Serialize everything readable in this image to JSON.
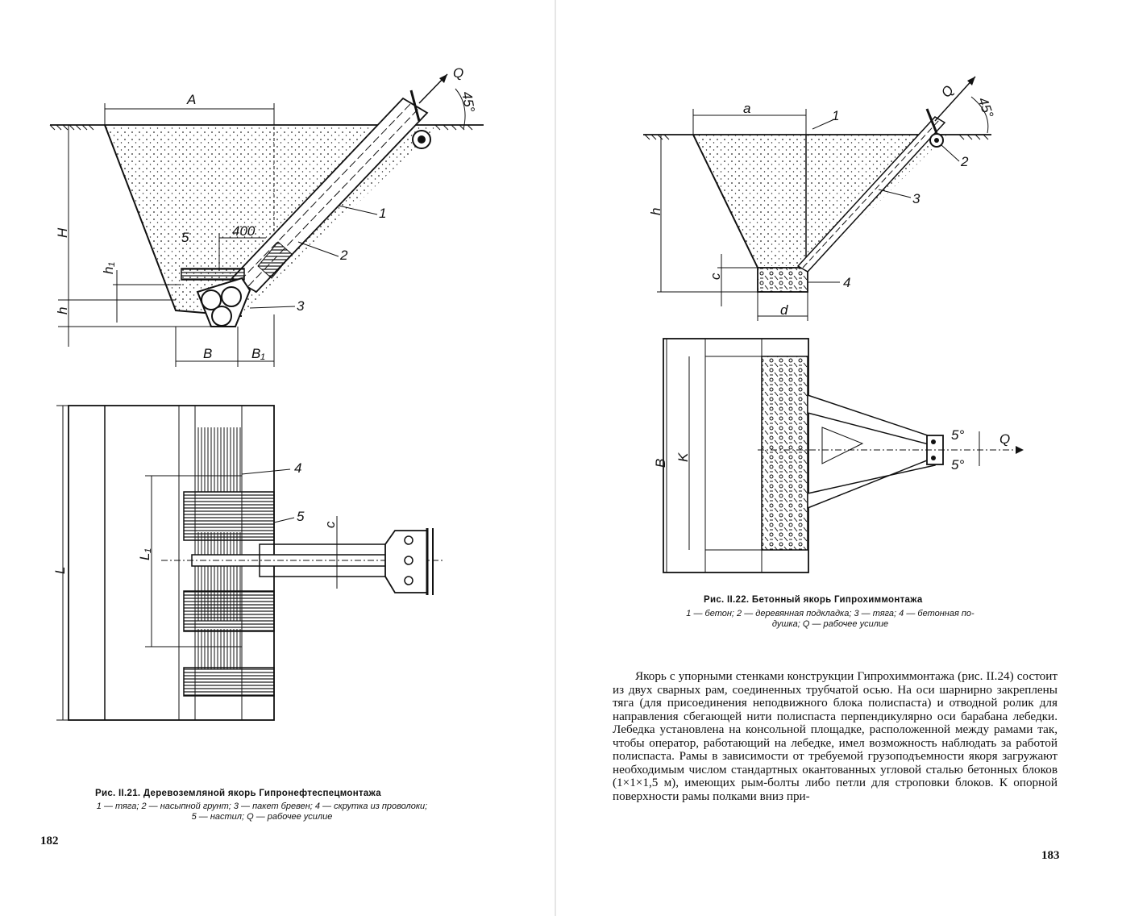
{
  "left_page": {
    "figure_top_labels": {
      "A": "A",
      "Q": "Q",
      "angle": "45°",
      "H": "H",
      "h1": "h₁",
      "h": "h",
      "dim_400": "400",
      "B": "B",
      "B1": "B₁",
      "n1": "1",
      "n2": "2",
      "n3": "3",
      "n5": "5"
    },
    "figure_bottom_labels": {
      "L": "L",
      "L1": "L₁",
      "c": "c",
      "n4": "4",
      "n5": "5"
    },
    "caption": {
      "title": "Рис. II.21. Деревоземляной якорь Гипронефтеспецмонтажа",
      "legend_line1": "1 — тяга; 2 — насыпной грунт; 3 — пакет бревен;  4 — скрутка из проволоки;",
      "legend_line2": "5 — настил; Q — рабочее усилие"
    },
    "page_number": "182"
  },
  "right_page": {
    "figure_top_labels": {
      "a": "a",
      "Q": "Q",
      "angle": "45°",
      "h": "h",
      "c": "c",
      "d": "d",
      "n1": "1",
      "n2": "2",
      "n3": "3",
      "n4": "4"
    },
    "figure_bottom_labels": {
      "B": "B",
      "K": "K",
      "Q": "Q",
      "ang1": "5°",
      "ang2": "5°"
    },
    "caption": {
      "title": "Рис. II.22. Бетонный якорь Гипрохиммонтажа",
      "legend_line1": "1 — бетон; 2 — деревянная подкладка; 3 — тяга; 4 — бетонная по-",
      "legend_line2": "душка; Q — рабочее усилие"
    },
    "body_text": "Якорь с упорными стенками конструкции Гипрохиммонтажа (рис. II.24) состоит из двух сварных рам, соединенных трубчатой осью. На оси шарнирно закреплены тяга (для присоединения неподвижного блока полиспаста) и отводной ролик для направления сбегающей нити полиспаста перпендикулярно оси барабана лебедки. Лебедка установлена на консольной площадке, расположенной между рамами так, чтобы оператор, работающий на лебедке, имел возможность наблюдать за работой полиспаста. Рамы в зависимости от требуемой грузоподъемности якоря загружают необходимым числом стандартных окантованных угловой сталью бетонных блоков (1×1×1,5 м), имеющих рым-болты либо петли для строповки блоков. К опорной поверхности рамы полками вниз при-",
    "page_number": "183"
  }
}
